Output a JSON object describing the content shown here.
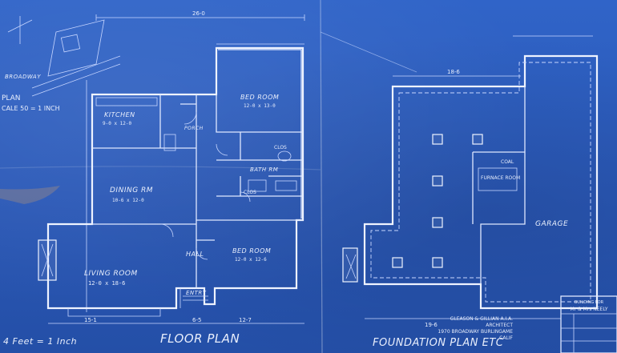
{
  "site": {
    "street_label": "BROADWAY",
    "scale_label": "PLAN",
    "scale_value": "CALE 50 = 1 INCH"
  },
  "floor_plan": {
    "title": "FLOOR PLAN",
    "scale_note": "4 Feet = 1 Inch",
    "rooms": {
      "kitchen": {
        "name": "KITCHEN",
        "size": "9-0 x 12-0"
      },
      "dining": {
        "name": "DINING RM",
        "size": "10-6 x 12-0"
      },
      "living": {
        "name": "LIVING ROOM",
        "size": "12-0 x 18-6"
      },
      "bed1": {
        "name": "BED ROOM",
        "size": "12-0 x 13-0"
      },
      "bed2": {
        "name": "BED ROOM",
        "size": "12-0 x 12-6"
      },
      "bath": {
        "name": "BATH RM"
      },
      "hall": {
        "name": "HALL"
      },
      "entry": {
        "name": "ENTRY"
      },
      "porch": {
        "name": "PORCH"
      },
      "clos1": {
        "name": "CLOS"
      },
      "clos2": {
        "name": "CLOS"
      }
    },
    "dims": {
      "top": "26-0",
      "bottom": "12-7",
      "bottom_left": "15-1",
      "bottom_mid": "6-5"
    }
  },
  "foundation": {
    "title": "FOUNDATION PLAN ETC",
    "garage": "GARAGE",
    "furnace": "FURNACE ROOM",
    "coal": "COAL",
    "dims": {
      "bottom": "19-6",
      "top": "18-6"
    }
  },
  "title_block": {
    "heading": "BUILDING FOR",
    "owner": "Mr & Mrs NEELY",
    "architect_line1": "GLEASON & GILLIAN A.I.A.",
    "architect_line2": "ARCHITECT",
    "architect_line3": "1970 BROADWAY BURLINGAME",
    "architect_line4": "CALIF"
  }
}
